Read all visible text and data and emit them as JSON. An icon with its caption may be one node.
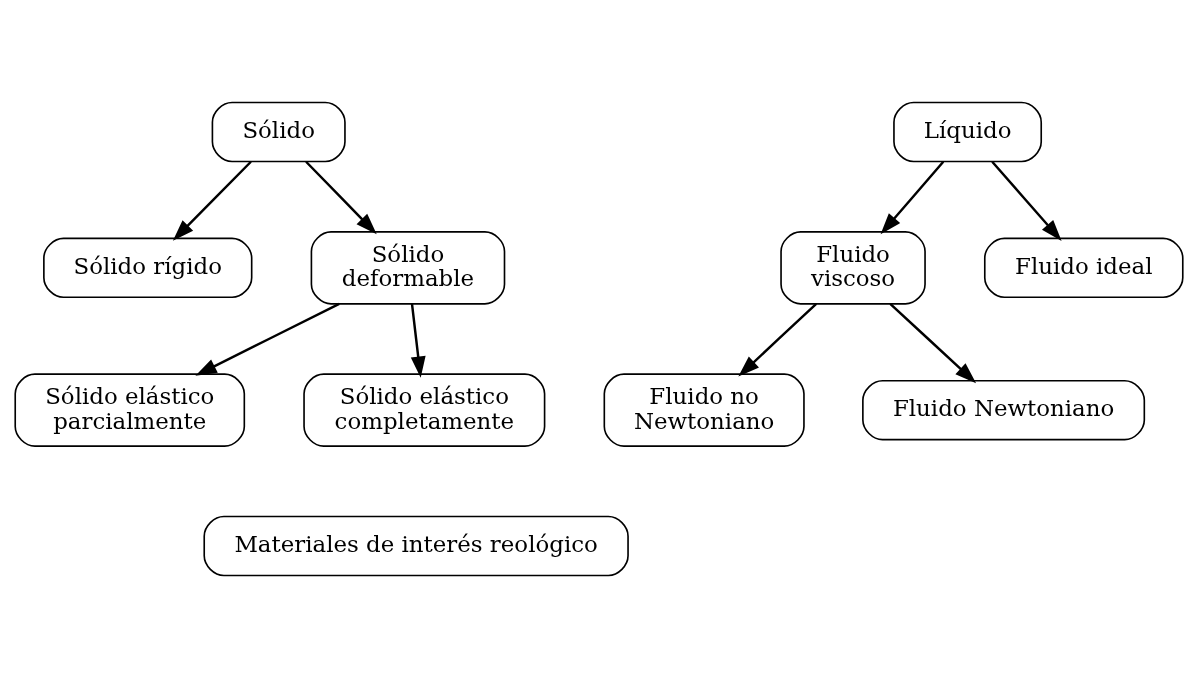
{
  "diagram": {
    "nodes": [
      {
        "text": [
          "Sólido"
        ]
      },
      {
        "text": [
          "Líquido"
        ]
      },
      {
        "text": [
          "Sólido rígido"
        ]
      },
      {
        "text": [
          "Sólido deformable"
        ]
      },
      {
        "text": [
          "Fluido viscoso"
        ]
      },
      {
        "text": [
          "Fluido ideal"
        ]
      },
      {
        "text": [
          "Sólido elástico completamente"
        ]
      },
      {
        "text": [
          "Sólido elástico parcialmente"
        ]
      },
      {
        "text": [
          "Fluido no Newtoniano"
        ]
      },
      {
        "text": [
          "Fluido Newtoniano"
        ]
      },
      {
        "text": [
          "Materiales de interés reológico"
        ]
      }
    ],
    "edges": [
      {
        "from": 0,
        "to": 2,
        "arrow": "to"
      },
      {
        "from": 0,
        "to": 3,
        "arrow": "to"
      },
      {
        "from": 1,
        "to": 4,
        "arrow": "to"
      },
      {
        "from": 1,
        "to": 5,
        "arrow": "to"
      },
      {
        "from": 3,
        "to": 6,
        "arrow": "to"
      },
      {
        "from": 3,
        "to": 7,
        "arrow": "to"
      },
      {
        "from": 4,
        "to": 8,
        "arrow": "to"
      },
      {
        "from": 4,
        "to": 9,
        "arrow": "to"
      }
    ]
  }
}
